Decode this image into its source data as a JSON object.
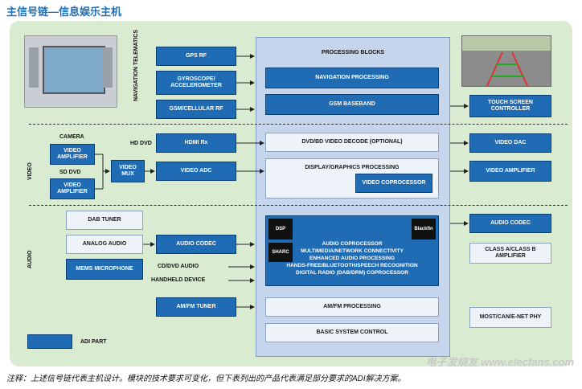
{
  "title": "主信号链—信息娱乐主机",
  "sections": {
    "navigation": "NAVIGATION TELEMATICS",
    "video": "VIDEO",
    "audio": "AUDIO"
  },
  "processing_blocks_title": "PROCESSING BLOCKS",
  "nav": {
    "gps_rf": "GPS RF",
    "gyro": "GYROSCOPE/ ACCELEROMETER",
    "gsm": "GSM/CELLULAR RF",
    "nav_processing": "NAVIGATION PROCESSING",
    "gsm_baseband": "GSM BASEBAND",
    "touch": "TOUCH SCREEN CONTROLLER"
  },
  "video": {
    "camera": "CAMERA",
    "amp1": "VIDEO AMPLIFIER",
    "sd_dvd": "SD DVD",
    "amp2": "VIDEO AMPLIFIER",
    "mux": "VIDEO MUX",
    "hd_dvd": "HD DVD",
    "hdmi": "HDMI Rx",
    "adc": "VIDEO ADC",
    "dvd_decode": "DVD/BD VIDEO DECODE (OPTIONAL)",
    "display": "DISPLAY/GRAPHICS PROCESSING",
    "coproc": "VIDEO COPROCESSOR",
    "dac": "VIDEO DAC",
    "amp_out": "VIDEO AMPLIFIER"
  },
  "audio": {
    "dab": "DAB TUNER",
    "analog": "ANALOG AUDIO",
    "mems": "MEMS MICROPHONE",
    "codec_in": "AUDIO CODEC",
    "cd_dvd": "CD/DVD AUDIO",
    "handheld": "HANDHELD DEVICE",
    "am_fm_tuner": "AM/FM TUNER",
    "am_fm_proc": "AM/FM PROCESSING",
    "basic_control": "BASIC SYSTEM CONTROL",
    "coproc_lines": [
      "AUDIO COPROCESSOR",
      "MULTIMEDIA/NETWORK CONNECTIVITY",
      "ENHANCED AUDIO PROCESSING",
      "HANDS-FREE/BLUETOOTH/SPEECH RECOGNITION",
      "DIGITAL RADIO (DAB/DRM) COPROCESSOR"
    ],
    "codec_out": "AUDIO CODEC",
    "class_amp": "CLASS A/CLASS B AMPLIFIER",
    "most": "MOST/CAN/E-NET PHY"
  },
  "logos": {
    "dsp": "DSP",
    "sharc": "SHARC",
    "blackfin": "Blackfin"
  },
  "legend": {
    "adi_part": "ADI PART"
  },
  "footnote": "注释：上述信号链代表主机设计。模块的技术要求可变化，但下表列出的产品代表满足部分要求的ADI解决方案。",
  "watermark": "电子发烧友 www.elecfans.com",
  "colors": {
    "adi_blue": "#1f6bb4",
    "panel_green": "#d9ecd2",
    "central_blue": "#c5d6ec",
    "title_blue": "#1d6fb8"
  }
}
